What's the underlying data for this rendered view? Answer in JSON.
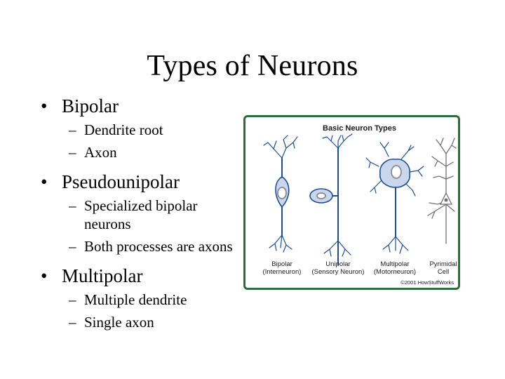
{
  "slide": {
    "title": "Types of Neurons",
    "bullet_glyph": "•",
    "sub_glyph": "–",
    "bullets": [
      {
        "label": "Bipolar",
        "subs": [
          "Dendrite root",
          "Axon"
        ]
      },
      {
        "label": "Pseudounipolar",
        "subs": [
          "Specialized bipolar neurons",
          "Both processes are axons"
        ]
      },
      {
        "label": "Multipolar",
        "subs": [
          "Multiple dendrite",
          "Single axon"
        ]
      }
    ]
  },
  "figure": {
    "title": "Basic Neuron Types",
    "neurons": [
      {
        "line1": "Bipolar",
        "line2": "(Interneuron)"
      },
      {
        "line1": "Unipolar",
        "line2": "(Sensory Neuron)"
      },
      {
        "line1": "Multipolar",
        "line2": "(Motorneuron)"
      },
      {
        "line1": "Pyrimidal",
        "line2": "Cell"
      }
    ],
    "copyright": "©2001 HowStuffWorks",
    "colors": {
      "border": "#2e6b3f",
      "neuron": "#1f4e8f",
      "soma_fill": "#c9d6ec",
      "pyramidal": "#707070"
    }
  }
}
